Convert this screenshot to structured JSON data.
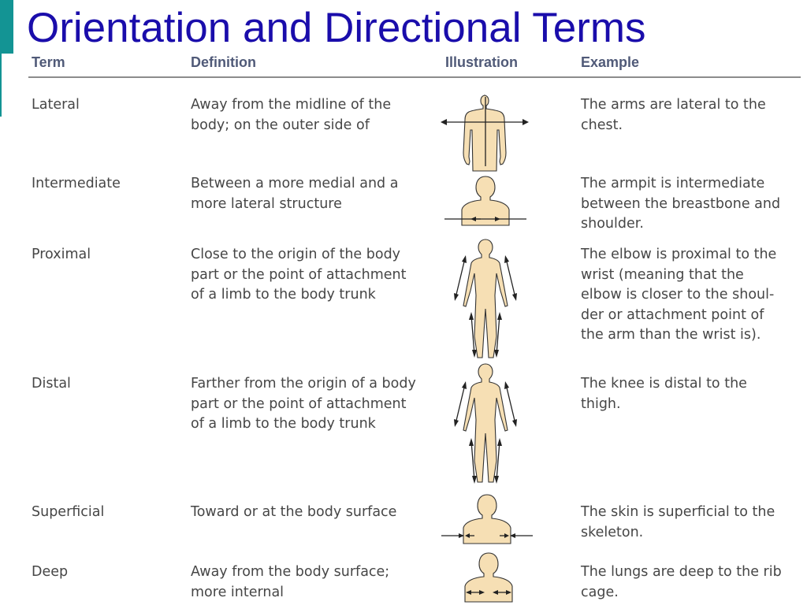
{
  "title": "Orientation and Directional Terms",
  "headers": {
    "term": "Term",
    "definition": "Definition",
    "illustration": "Illustration",
    "example": "Example"
  },
  "colors": {
    "title": "#1a0dab",
    "accent": "#139494",
    "header": "#505a78",
    "figure_fill": "#f6dfb4"
  },
  "rows": [
    {
      "term": "Lateral",
      "definition": "Away from the midline of the body; on the outer side of",
      "illustration": "upper-body-lateral-arrows-icon",
      "example": "The arms are lateral to the chest."
    },
    {
      "term": "Intermediate",
      "definition": "Between a more medial and a more lateral structure",
      "illustration": "bust-intermediate-arrows-icon",
      "example": "The armpit is intermediate between the breastbone and shoulder."
    },
    {
      "term": "Proximal",
      "definition": "Close to the origin of the body part or the point of attachment of a limb to the body trunk",
      "illustration": "full-body-proximal-arrows-icon",
      "example": "The elbow is proximal to the wrist (meaning that the elbow is closer to the shoul-der or attachment point of the arm than the wrist is)."
    },
    {
      "term": "Distal",
      "definition": "Farther from the origin of a body part or the point of attachment of a limb to the body trunk",
      "illustration": "full-body-distal-arrows-icon",
      "example": "The knee is distal to the thigh."
    },
    {
      "term": "Superficial",
      "definition": "Toward or at the body surface",
      "illustration": "bust-superficial-arrows-icon",
      "example": "The skin is superficial to the skeleton."
    },
    {
      "term": "Deep",
      "definition": "Away from the body surface; more internal",
      "illustration": "bust-deep-arrows-icon",
      "example": "The lungs are deep to the rib cage."
    }
  ]
}
